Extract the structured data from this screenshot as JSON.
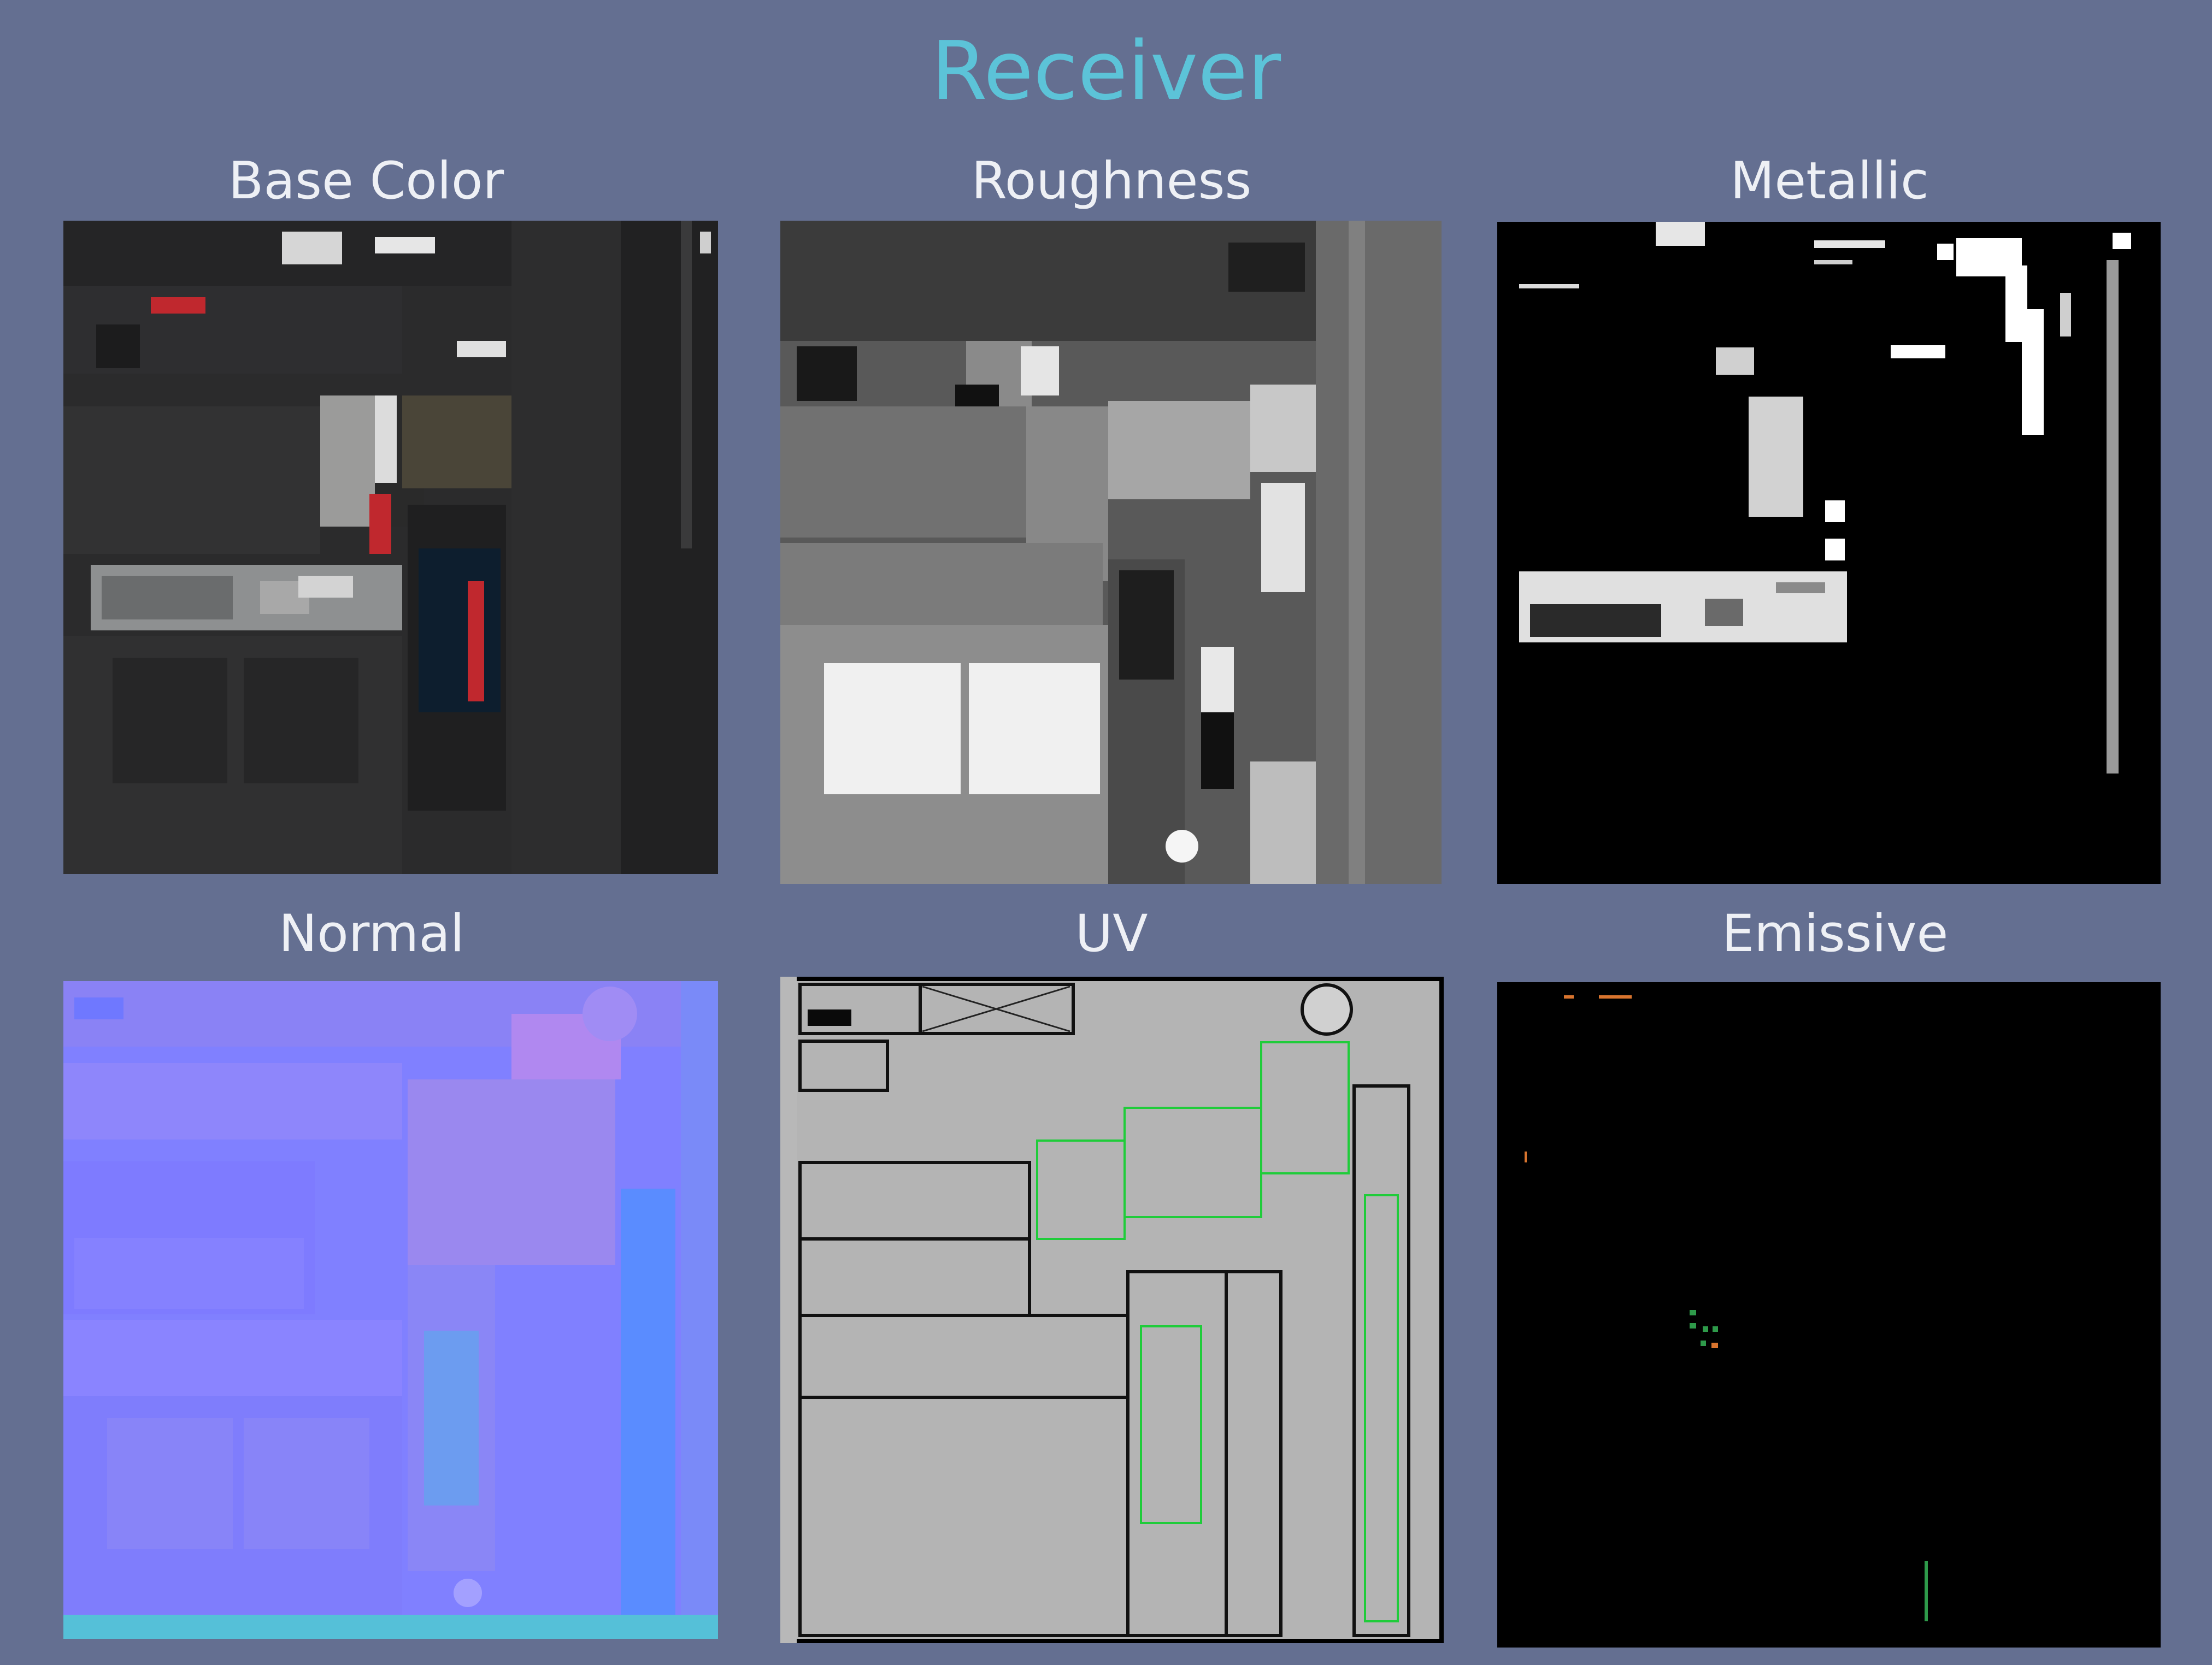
{
  "title": "Receiver",
  "maps": [
    {
      "id": "base-color",
      "label": "Base Color"
    },
    {
      "id": "roughness",
      "label": "Roughness"
    },
    {
      "id": "metallic",
      "label": "Metallic"
    },
    {
      "id": "normal",
      "label": "Normal"
    },
    {
      "id": "uv",
      "label": "UV"
    },
    {
      "id": "emissive",
      "label": "Emissive"
    }
  ],
  "colors": {
    "background": "#646f91",
    "title": "#5cc3d8",
    "label": "#eef0f5",
    "base_color_bg": "#2b2b2c",
    "base_color_accent": "#c0282e",
    "roughness_bg": "#595959",
    "metallic_bg": "#000000",
    "normal_bg": "#8080ff",
    "uv_fill": "#b4b4b4",
    "uv_line": "#1fcc3a",
    "emissive_bg": "#000000",
    "emissive_orange": "#d8742e",
    "emissive_green": "#2e9a4a"
  }
}
